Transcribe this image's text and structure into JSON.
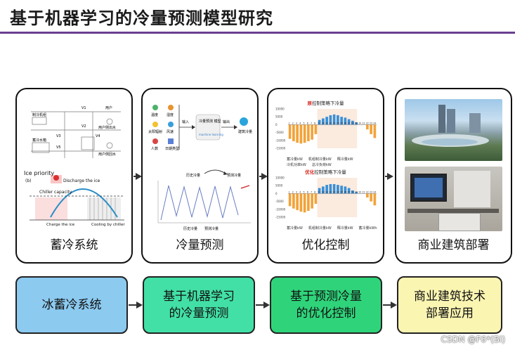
{
  "page": {
    "title": "基于机器学习的冷量预测模型研究",
    "watermark": "CSDN @F6*(Bi)"
  },
  "colors": {
    "title_rule": "#6b3f8e",
    "box1": "#8ccaf0",
    "box2": "#42e0a6",
    "box3": "#2fd47a",
    "box4": "#fbf5b2"
  },
  "cards": [
    {
      "label": "蓄冷系统",
      "diagram_labels": [
        "V1",
        "V2",
        "V3",
        "V4",
        "V5",
        "用户",
        "制冷机组",
        "蓄冷水箱",
        "用户侧出水",
        "用户侧回水"
      ],
      "chart_labels": {
        "priority": "Ice priority",
        "panel": "(b)",
        "discharge": "Discharge the ice",
        "capacity": "Chiller capacity",
        "charge": "Charge the ice",
        "cooling": "Cooling by chiller"
      }
    },
    {
      "label": "冷量预测",
      "inputs": [
        {
          "icon": "thermometer-icon",
          "label": "温度"
        },
        {
          "icon": "droplet-icon",
          "label": "湿度"
        },
        {
          "icon": "sun-icon",
          "label": "太阳辐射"
        },
        {
          "icon": "wind-icon",
          "label": "风速"
        },
        {
          "icon": "people-icon",
          "label": "人数"
        },
        {
          "icon": "calendar-icon",
          "label": "日期类型"
        }
      ],
      "flow": {
        "input": "输入",
        "model": "冷量预测\n模型",
        "model_sub": "machine\nlearning",
        "output": "输出",
        "result": "建筑冷量"
      },
      "chart": {
        "legend_history": "历史冷量",
        "legend_predict": "预测冷量",
        "legend_series_a": "历史冷量",
        "legend_series_b": "预测冷量"
      }
    },
    {
      "label": "优化控制",
      "chart_top_title_hl": "原",
      "chart_top_title_rest": "控制策略下冷量",
      "chart_bottom_title_hl": "优化",
      "chart_bottom_title_rest": "控制策略下冷量",
      "legend": [
        "蓄冷量kW",
        "释冷量kW",
        "总冷负荷kW",
        "机组制冷量kW",
        "蓄冷量kWh",
        "冷机功率kW"
      ]
    },
    {
      "label": "商业建筑部署"
    }
  ],
  "boxes": [
    {
      "text": "冰蓄冷系统"
    },
    {
      "text": "基于机器学习\n的冷量预测"
    },
    {
      "text": "基于预测冷量\n的优化控制"
    },
    {
      "text": "商业建筑技术\n部署应用"
    }
  ],
  "chart_data": [
    {
      "type": "line",
      "title": "",
      "series": [
        {
          "name": "历史冷量",
          "values": [
            2,
            52,
            8,
            50,
            6,
            49,
            7,
            51,
            5,
            50,
            9
          ]
        },
        {
          "name": "预测冷量",
          "values": [
            48,
            50,
            52
          ]
        }
      ]
    },
    {
      "type": "bar",
      "title": "原控制策略下冷量",
      "categories": [
        1,
        2,
        3,
        4,
        5,
        6,
        7,
        8,
        9,
        10,
        11,
        12,
        13,
        14,
        15,
        16,
        17,
        18,
        19,
        20,
        21,
        22,
        23,
        24
      ],
      "series": [
        {
          "name": "蓄冷量kW",
          "values": [
            -9000,
            -10500,
            -11500,
            -12000,
            -11500,
            -10500,
            -9500,
            -6000,
            0,
            0,
            0,
            0,
            0,
            0,
            0,
            0,
            0,
            0,
            0,
            0,
            0,
            -3000,
            -6000,
            -8500
          ]
        },
        {
          "name": "释冷量kW",
          "values": [
            0,
            0,
            0,
            0,
            0,
            0,
            0,
            0,
            3000,
            4000,
            5000,
            6000,
            6500,
            6000,
            5000,
            4500,
            3500,
            2500,
            1500,
            0,
            0,
            0,
            0,
            0
          ]
        }
      ],
      "ylim": [
        -15000,
        10000
      ]
    },
    {
      "type": "bar",
      "title": "优化控制策略下冷量",
      "categories": [
        1,
        2,
        3,
        4,
        5,
        6,
        7,
        8,
        9,
        10,
        11,
        12,
        13,
        14,
        15,
        16,
        17,
        18,
        19,
        20,
        21,
        22,
        23,
        24
      ],
      "series": [
        {
          "name": "蓄冷量kW",
          "values": [
            -8000,
            -9500,
            -10500,
            -11500,
            -12000,
            -11000,
            -9500,
            -6500,
            0,
            0,
            0,
            0,
            0,
            0,
            0,
            0,
            0,
            0,
            0,
            0,
            0,
            -2500,
            -5000,
            -7500
          ]
        },
        {
          "name": "释冷量kW",
          "values": [
            0,
            0,
            0,
            0,
            0,
            0,
            0,
            0,
            3500,
            4500,
            5500,
            6000,
            6000,
            5500,
            5000,
            4500,
            3500,
            2000,
            1000,
            0,
            0,
            0,
            0,
            0
          ]
        }
      ],
      "ylim": [
        -15000,
        10000
      ]
    }
  ]
}
